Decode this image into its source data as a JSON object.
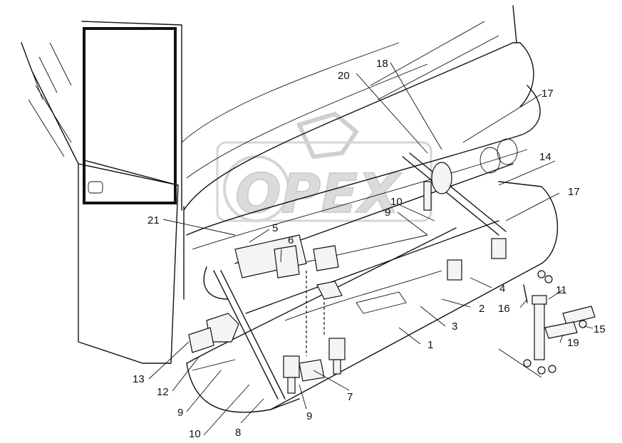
{
  "diagram": {
    "callouts": [
      "1",
      "2",
      "3",
      "4",
      "5",
      "6",
      "7",
      "8",
      "9",
      "9",
      "9",
      "10",
      "10",
      "11",
      "12",
      "13",
      "14",
      "15",
      "16",
      "17",
      "17",
      "18",
      "19",
      "20",
      "21"
    ],
    "watermark": "OPEX"
  }
}
